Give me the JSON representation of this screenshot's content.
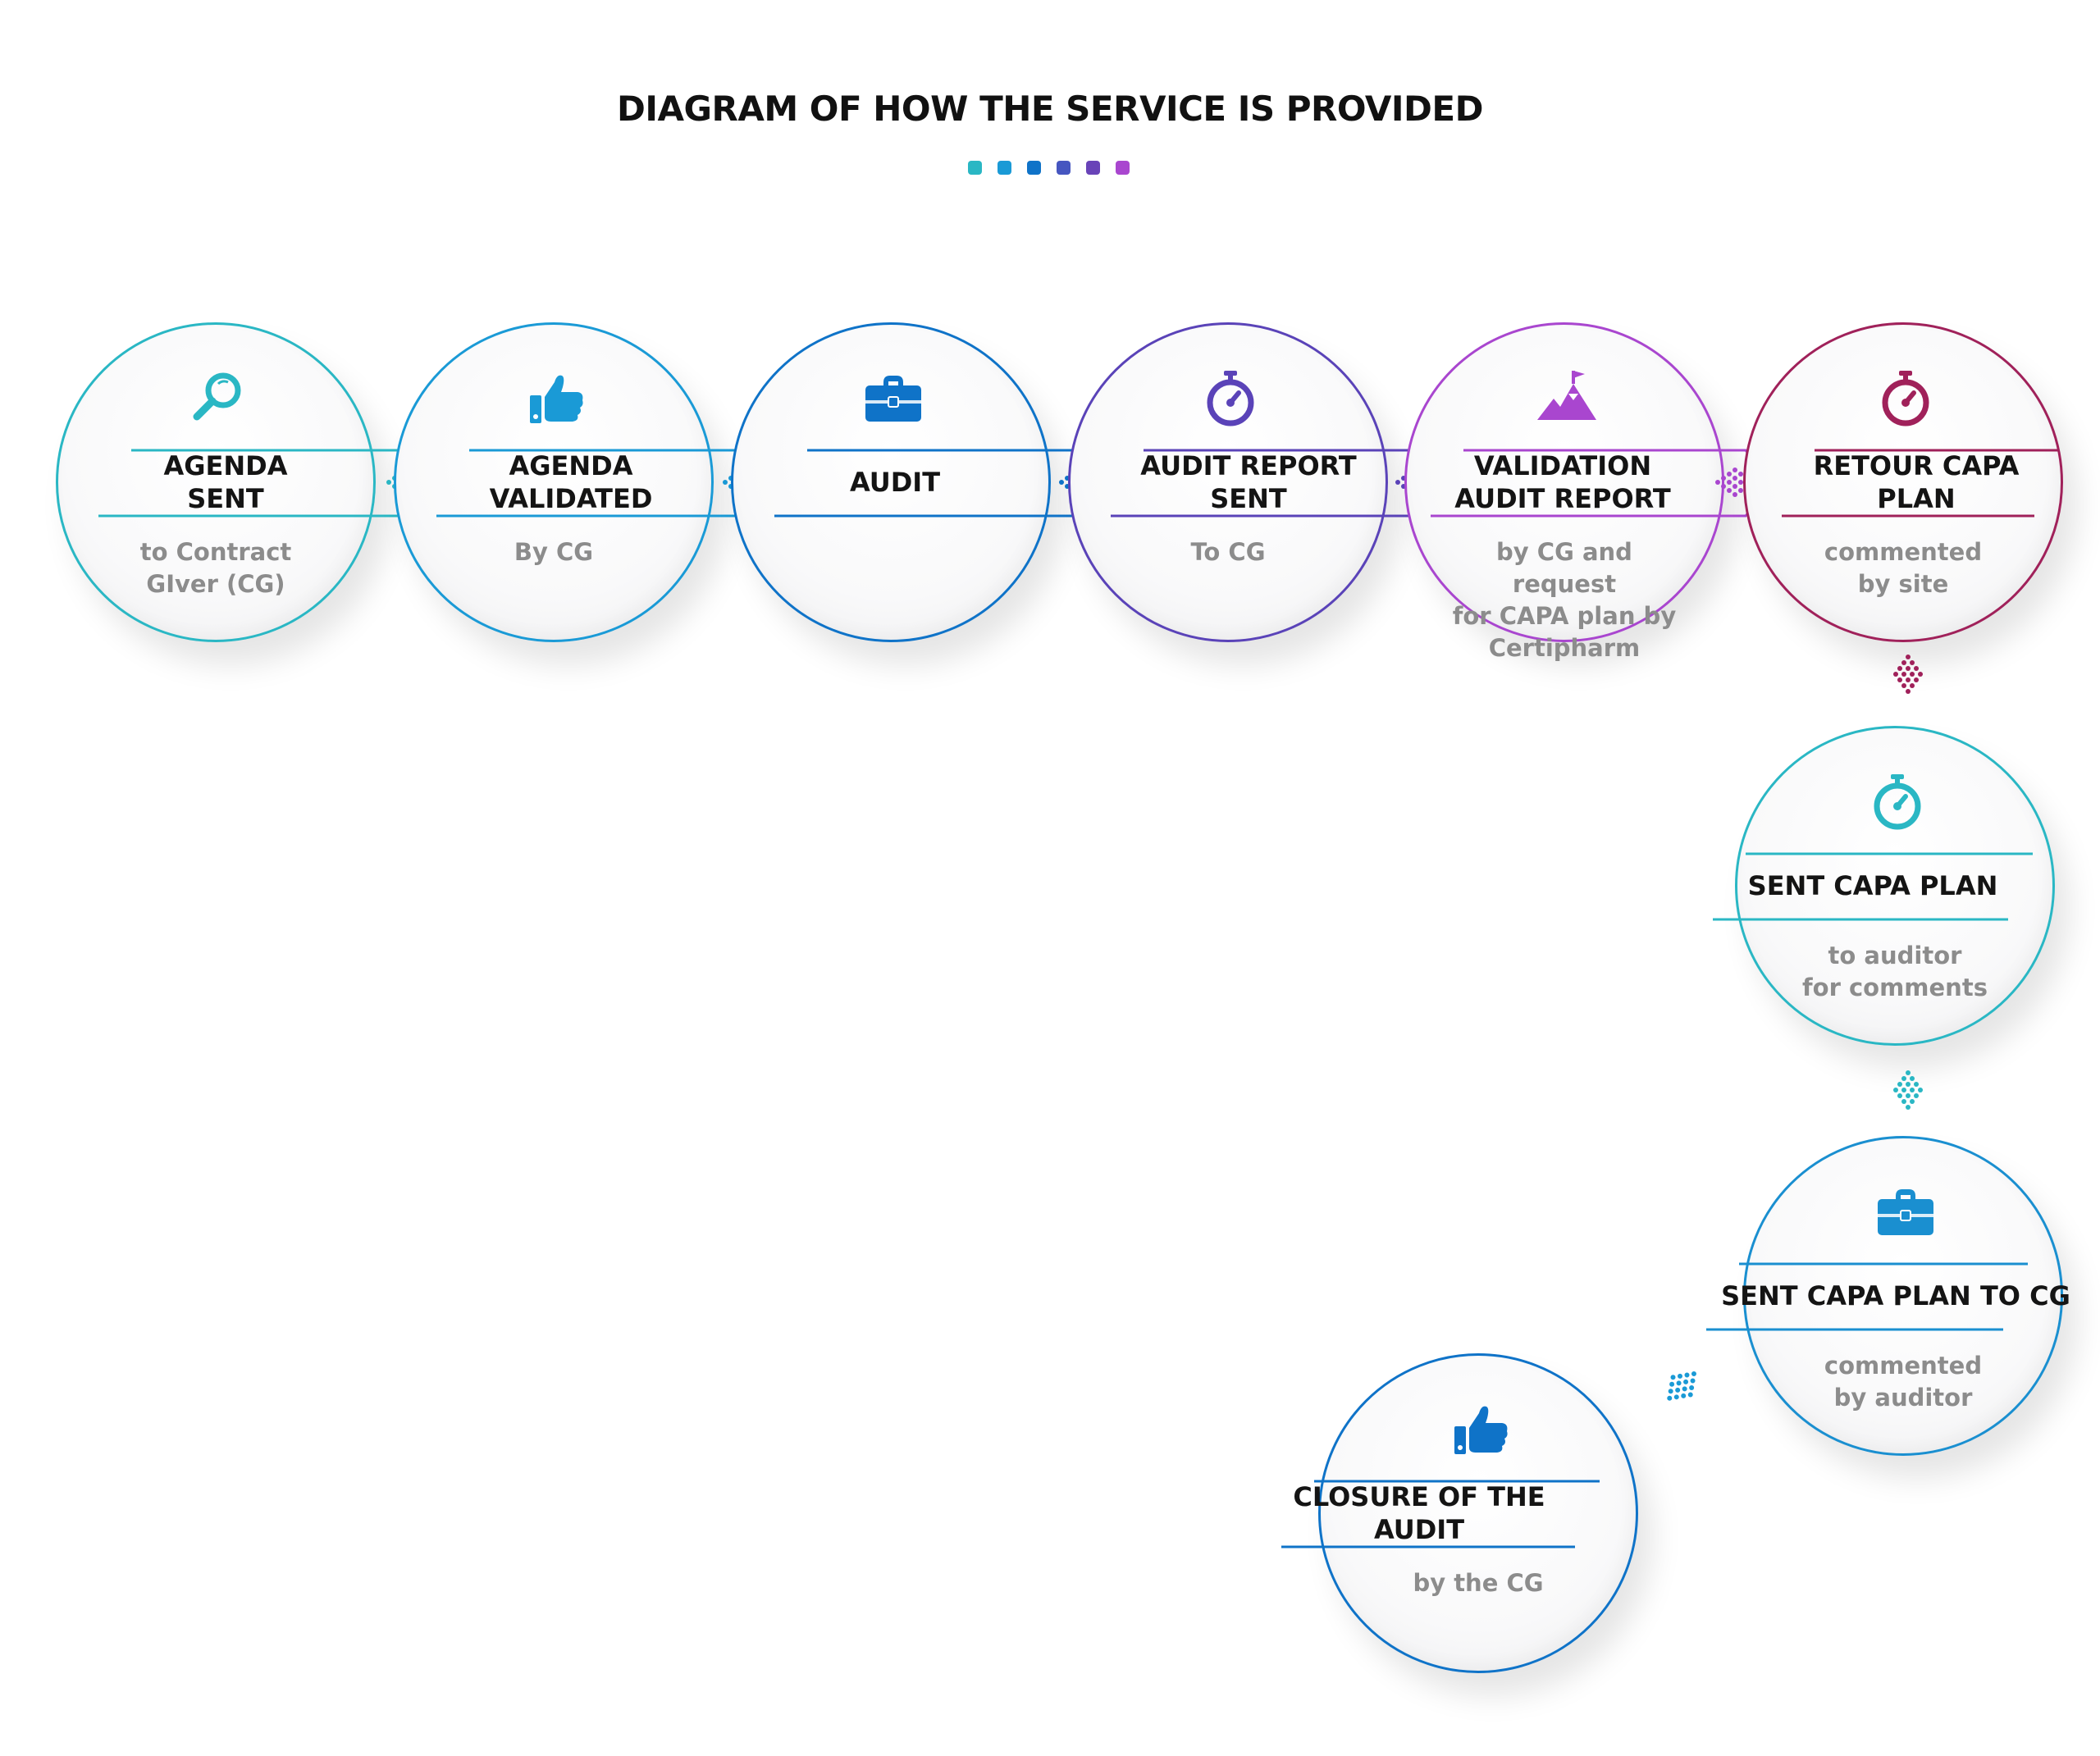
{
  "title": "DIAGRAM OF HOW THE SERVICE IS PROVIDED",
  "dot_colors": [
    "#2ab7c4",
    "#1a9ad6",
    "#0f73c8",
    "#4656c0",
    "#6943b8",
    "#a946cf"
  ],
  "steps": [
    {
      "label": "AGENDA SENT",
      "sub": "to Contract\nGIver (CG)",
      "icon": "search-icon",
      "color": "#2ab7c4"
    },
    {
      "label": "AGENDA VALIDATED",
      "sub": "By CG",
      "icon": "thumbs-up-icon",
      "color": "#1a9ad6"
    },
    {
      "label": "AUDIT",
      "sub": "",
      "icon": "briefcase-icon",
      "color": "#0f73c8"
    },
    {
      "label": "AUDIT REPORT SENT",
      "sub": "To CG",
      "icon": "stopwatch-icon",
      "color": "#5a43b8"
    },
    {
      "label": "VALIDATION AUDIT REPORT",
      "sub": "by CG and request\nfor CAPA plan by\nCertipharm",
      "icon": "mountain-flag-icon",
      "color": "#a946cf"
    },
    {
      "label": "RETOUR CAPA PLAN",
      "sub": "commented\nby site",
      "icon": "stopwatch-icon",
      "color": "#a0215a"
    },
    {
      "label": "SENT CAPA PLAN",
      "sub": "to auditor\nfor comments",
      "icon": "stopwatch-icon",
      "color": "#2ab7c4"
    },
    {
      "label": "SENT CAPA PLAN TO CG",
      "sub": "commented\nby auditor",
      "icon": "briefcase-icon",
      "color": "#1a8fd0"
    },
    {
      "label": "CLOSURE OF THE AUDIT",
      "sub": "by the CG",
      "icon": "thumbs-up-icon",
      "color": "#0f73c8"
    }
  ]
}
